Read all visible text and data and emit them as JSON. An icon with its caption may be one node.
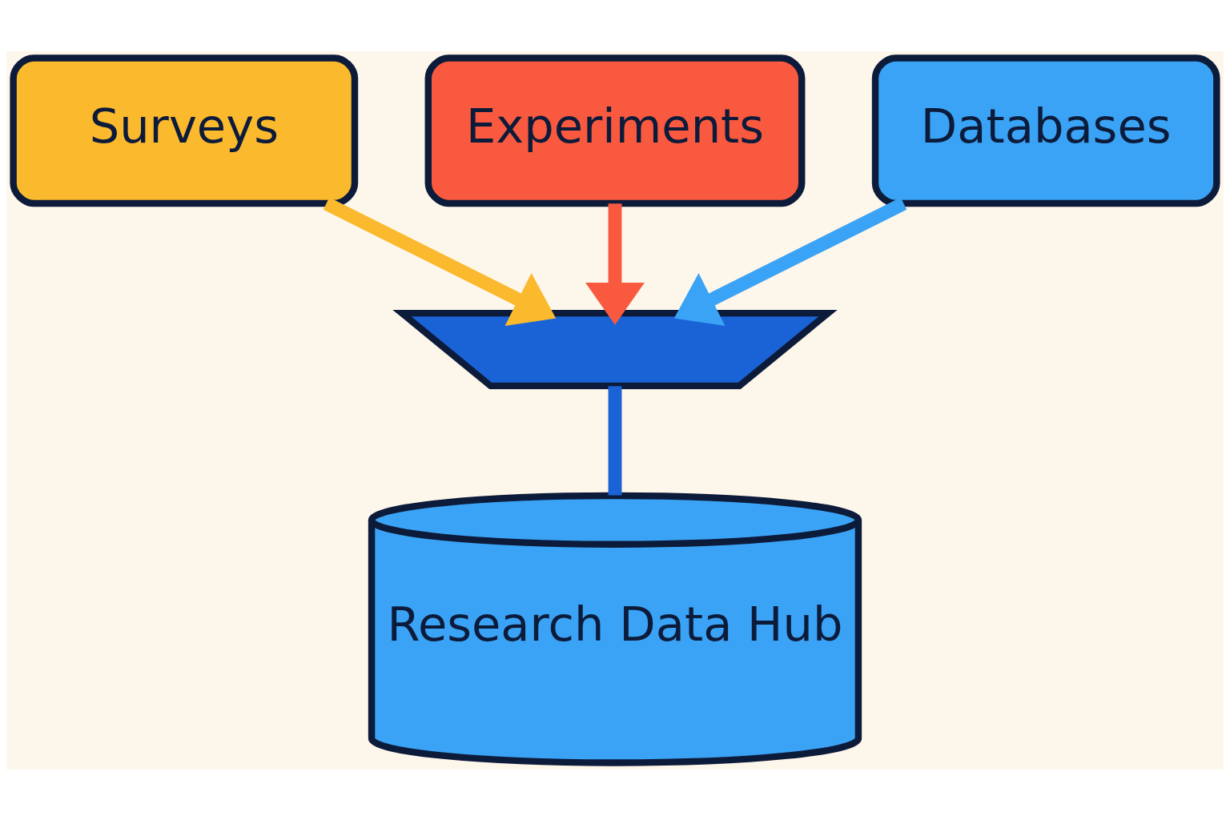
{
  "diagram": {
    "nodes": [
      {
        "text": [
          "Surveys"
        ]
      },
      {
        "text": [
          "Experiments"
        ]
      },
      {
        "text": [
          "Databases"
        ]
      },
      {
        "text": [],
        "shape": "funnel"
      },
      {
        "text": [
          "Research Data Hub"
        ]
      }
    ],
    "edges": [
      {
        "from": 0,
        "to": 3,
        "arrow": "to",
        "color": "#fbb92d"
      },
      {
        "from": 1,
        "to": 3,
        "arrow": "to",
        "color": "#f95a3f"
      },
      {
        "from": 2,
        "to": 3,
        "arrow": "to",
        "color": "#3aa3f5"
      },
      {
        "from": 3,
        "to": 4,
        "arrow": "none",
        "color": "#1a63d6"
      }
    ]
  }
}
